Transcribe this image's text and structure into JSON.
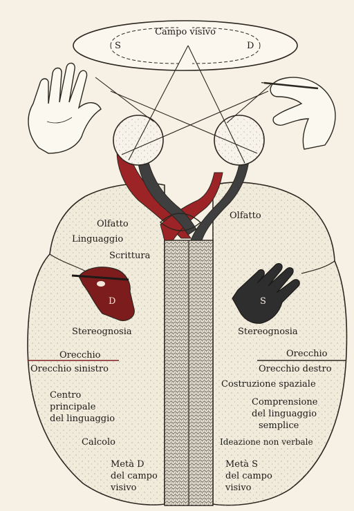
{
  "visual_field": {
    "title": "Campo visivo",
    "left_mark": "S",
    "right_mark": "D"
  },
  "left_hemisphere": {
    "olfaction": "Olfatto",
    "language": "Linguaggio",
    "writing": "Scrittura",
    "hand_mark": "D",
    "stereognosis": "Stereognosia",
    "ear": "Orecchio",
    "ear_side": "Orecchio sinistro",
    "language_center_lines": [
      "Centro",
      "principale",
      "del linguaggio"
    ],
    "calculation": "Calcolo",
    "field_half_lines": [
      "Metà D",
      "del campo",
      "visivo"
    ]
  },
  "right_hemisphere": {
    "olfaction": "Olfatto",
    "hand_mark": "S",
    "stereognosis": "Stereognosia",
    "ear": "Orecchio",
    "ear_side": "Orecchio destro",
    "spatial_construction": "Costruzione spaziale",
    "simple_language_lines": [
      "Comprensione",
      "del linguaggio",
      "semplice"
    ],
    "nonverbal_ideation": "Ideazione non verbale",
    "field_half_lines": [
      "Metà S",
      "del campo",
      "visivo"
    ]
  },
  "colors": {
    "paper": "#f6f1e4",
    "ink": "#1c1a17",
    "left_pathway_red": "#9c2326",
    "right_pathway_dark": "#3f3f3f",
    "left_hand_fill": "#7d1c1c",
    "right_hand_fill": "#2e2e2e",
    "callosum_fill": "#ddd6c8"
  },
  "icons": [
    "left-hand-icon",
    "right-hand-writing-icon",
    "left-eye-icon",
    "right-eye-icon",
    "pencil-icon"
  ]
}
